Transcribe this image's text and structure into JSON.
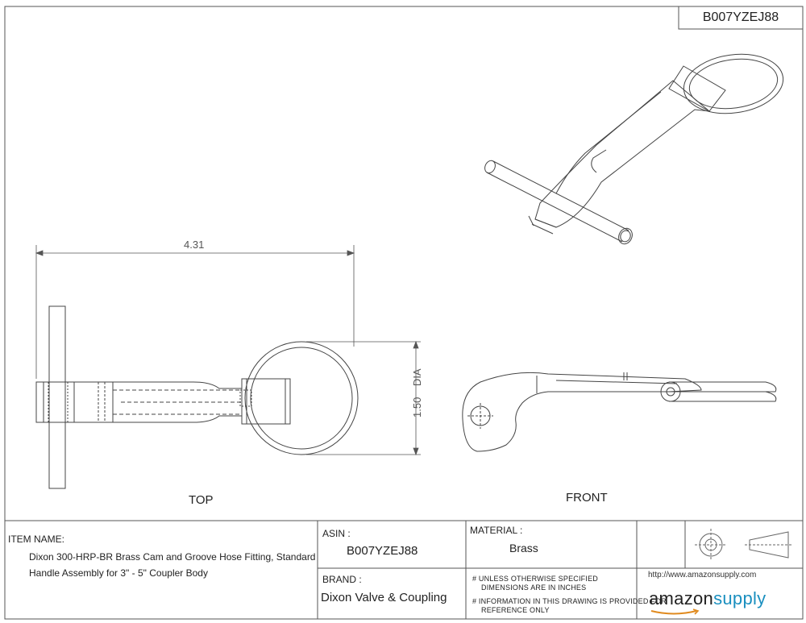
{
  "sheet": {
    "asin_corner": "B007YZEJ88"
  },
  "drawing": {
    "dimension_length": "4.31",
    "dimension_ring": "1.50",
    "dimension_ring_suffix": "DIA",
    "view_top_label": "TOP",
    "view_front_label": "FRONT"
  },
  "title_block": {
    "item_name_label": "ITEM NAME:",
    "item_name_line1": "Dixon 300-HRP-BR Brass Cam and Groove Hose Fitting, Standard",
    "item_name_line2": "Handle Assembly for 3\" - 5\" Coupler Body",
    "asin_label": "ASIN :",
    "asin_value": "B007YZEJ88",
    "material_label": "MATERIAL :",
    "material_value": "Brass",
    "brand_label": "BRAND :",
    "brand_value": "Dixon Valve & Coupling",
    "note1_line1": "UNLESS OTHERWISE SPECIFIED",
    "note1_line2": "DIMENSIONS ARE IN INCHES",
    "note2_line1": "INFORMATION IN THIS DRAWING IS PROVIDED FOR",
    "note2_line2": "REFERENCE ONLY",
    "url": "http://www.amazonsupply.com",
    "logo_amazon": "amazon",
    "logo_supply": "supply"
  },
  "colors": {
    "line": "#444444",
    "logo_amazon": "#222222",
    "logo_supply": "#1a8fbf"
  }
}
